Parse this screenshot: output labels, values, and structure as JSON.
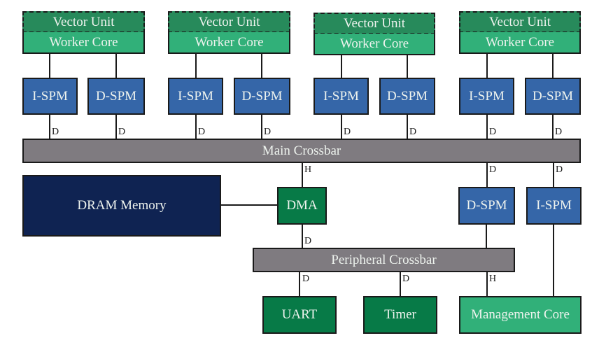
{
  "diagram": {
    "clusters": [
      {
        "vector_unit": "Vector Unit",
        "worker_core": "Worker Core",
        "ispm": "I-SPM",
        "dspm": "D-SPM",
        "ispm_link": "D",
        "dspm_link": "D"
      },
      {
        "vector_unit": "Vector Unit",
        "worker_core": "Worker Core",
        "ispm": "I-SPM",
        "dspm": "D-SPM",
        "ispm_link": "D",
        "dspm_link": "D"
      },
      {
        "vector_unit": "Vector Unit",
        "worker_core": "Worker Core",
        "ispm": "I-SPM",
        "dspm": "D-SPM",
        "ispm_link": "D",
        "dspm_link": "D"
      },
      {
        "vector_unit": "Vector Unit",
        "worker_core": "Worker Core",
        "ispm": "I-SPM",
        "dspm": "D-SPM",
        "ispm_link": "D",
        "dspm_link": "D"
      }
    ],
    "main_crossbar": "Main Crossbar",
    "dram": "DRAM Memory",
    "dma": "DMA",
    "dma_up_link": "H",
    "dma_down_link": "D",
    "mgmt_dspm": "D-SPM",
    "mgmt_ispm": "I-SPM",
    "mgmt_dspm_link": "D",
    "mgmt_ispm_link": "D",
    "peripheral_crossbar": "Peripheral Crossbar",
    "uart": "UART",
    "uart_link": "D",
    "timer": "Timer",
    "timer_link": "D",
    "management_core": "Management Core",
    "management_core_link": "H"
  },
  "colors": {
    "vector_unit": "#278a5b",
    "worker_core": "#31b079",
    "spm": "#3566a8",
    "crossbar": "#7f7b80",
    "dram": "#0f2352",
    "peripheral_device": "#077a47",
    "management_core": "#31b079"
  }
}
